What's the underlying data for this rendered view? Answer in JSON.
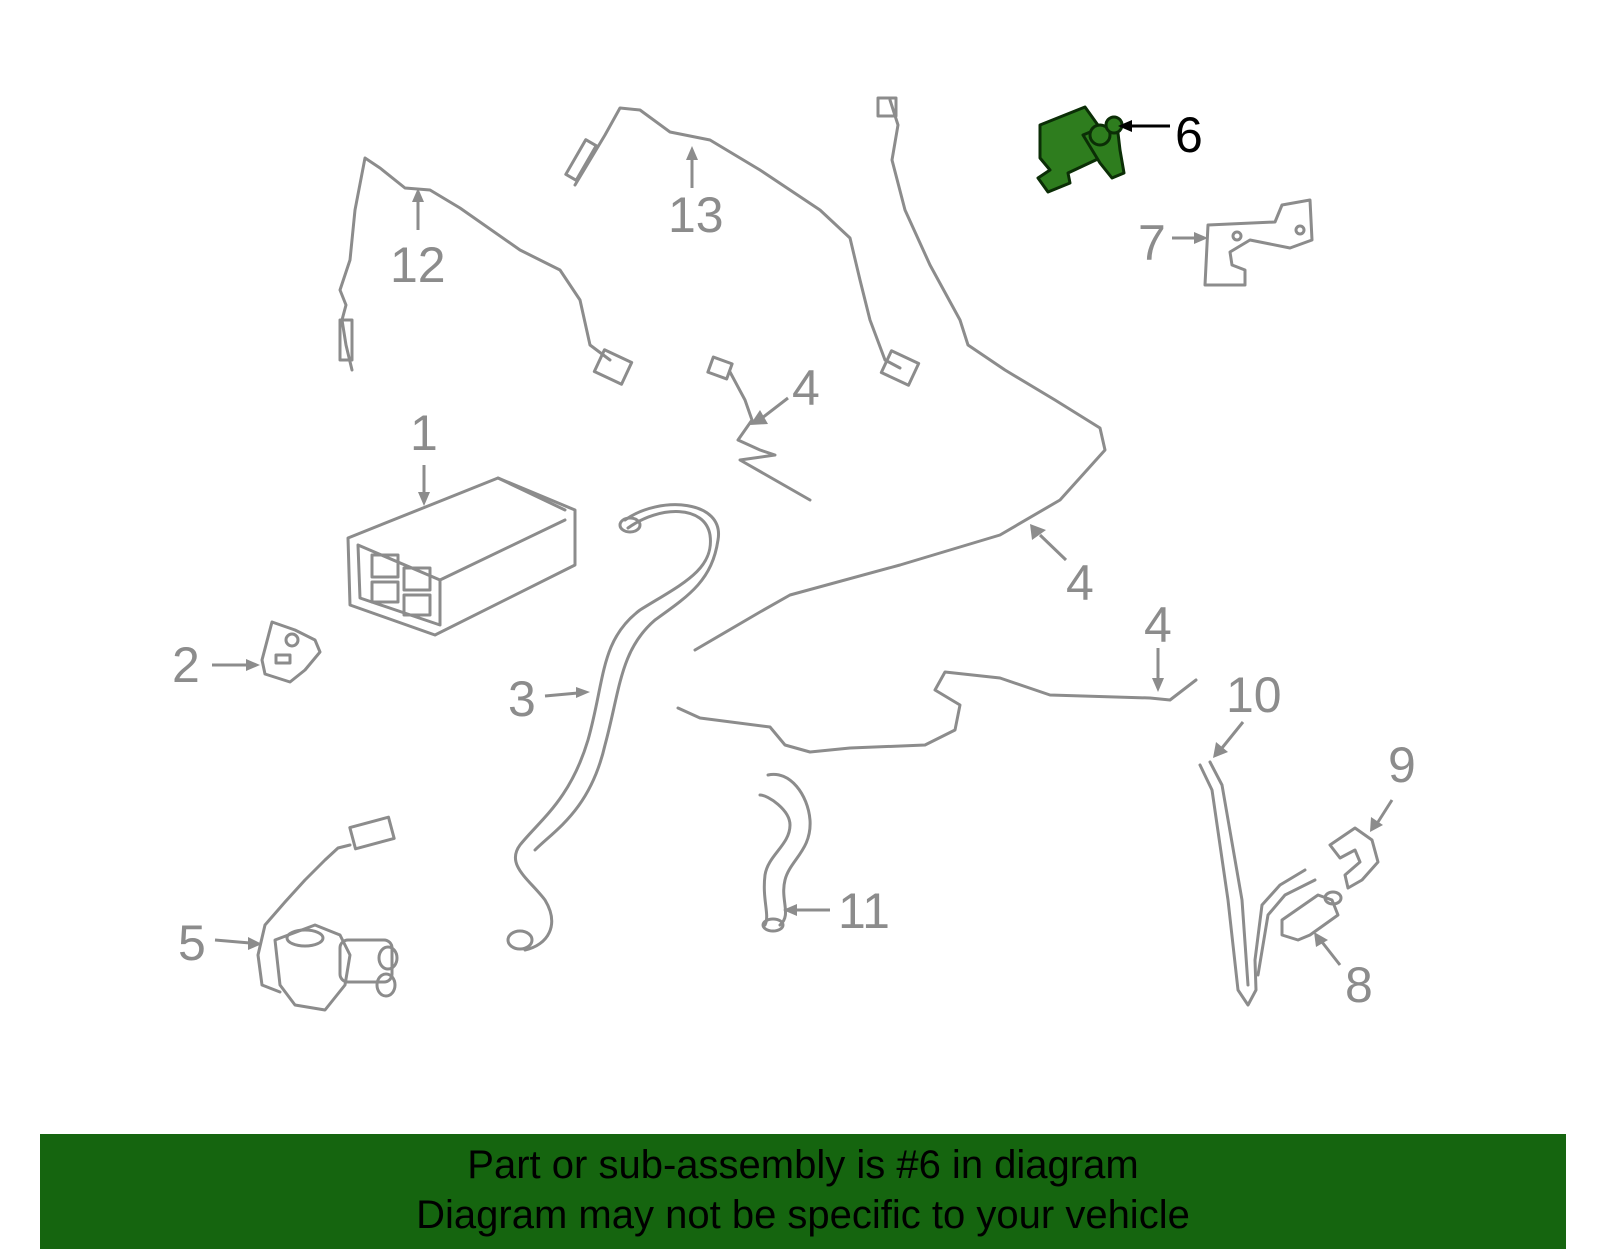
{
  "diagram": {
    "callouts": {
      "c1": "1",
      "c2": "2",
      "c3": "3",
      "c4a": "4",
      "c4b": "4",
      "c4c": "4",
      "c5": "5",
      "c6": "6",
      "c7": "7",
      "c8": "8",
      "c9": "9",
      "c10": "10",
      "c11": "11",
      "c12": "12",
      "c13": "13"
    },
    "highlighted_part": "6",
    "colors": {
      "part_outline": "#8c8c8c",
      "highlight_fill": "#2e7d1e",
      "banner_background": "#15650f"
    }
  },
  "banner": {
    "line1": "Part or sub-assembly is #6 in diagram",
    "line2": "Diagram may not be specific to your vehicle"
  }
}
